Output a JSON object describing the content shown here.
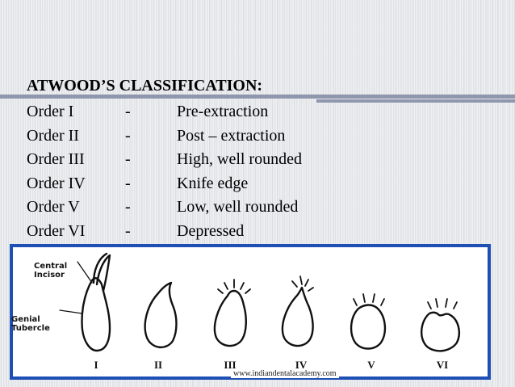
{
  "slide": {
    "heading": "ATWOOD’S CLASSIFICATION:",
    "rows": [
      {
        "order": "Order I",
        "dash": "-",
        "desc": "Pre-extraction"
      },
      {
        "order": "Order II",
        "dash": "-",
        "desc": "Post – extraction"
      },
      {
        "order": "Order III",
        "dash": "-",
        "desc": "High, well rounded"
      },
      {
        "order": "Order IV",
        "dash": "-",
        "desc": "Knife edge"
      },
      {
        "order": "Order V",
        "dash": "-",
        "desc": "Low, well rounded"
      },
      {
        "order": "Order VI",
        "dash": "-",
        "desc": "Depressed"
      }
    ]
  },
  "figure": {
    "label_incisor": "Central\nIncisor",
    "label_tubercle": "Genial\nTubercle",
    "numerals": [
      "I",
      "II",
      "III",
      "IV",
      "V",
      "VI"
    ],
    "watermark": "www.indiandentalacademy.com"
  },
  "colors": {
    "frame": "#1e4fb5",
    "rule": "#8e97ad",
    "background": "#e9ebee"
  }
}
